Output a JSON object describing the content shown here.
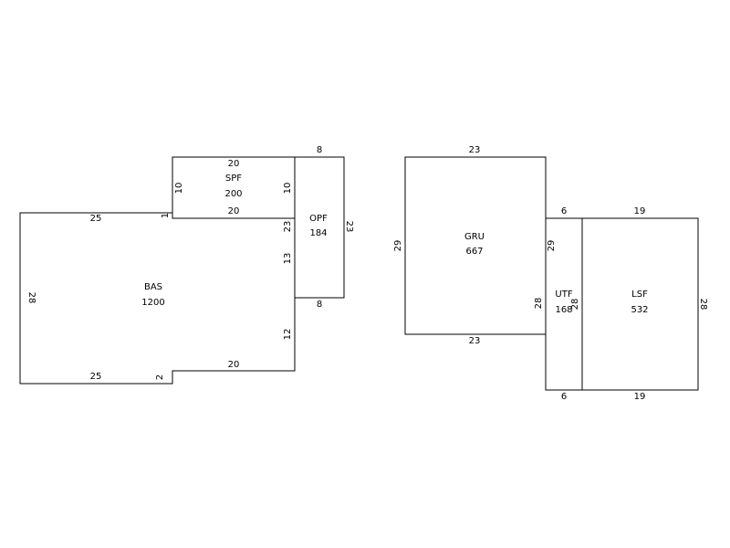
{
  "areas": {
    "bas": {
      "code": "BAS",
      "sqft": "1200"
    },
    "spf": {
      "code": "SPF",
      "sqft": "200"
    },
    "opf": {
      "code": "OPF",
      "sqft": "184"
    },
    "gru": {
      "code": "GRU",
      "sqft": "667"
    },
    "utf": {
      "code": "UTF",
      "sqft": "168"
    },
    "lsf": {
      "code": "LSF",
      "sqft": "532"
    }
  },
  "dimensions": {
    "bas_top": "25",
    "bas_left": "28",
    "bas_bottom": "25",
    "bas_step": "2",
    "bas_bottom_right": "20",
    "bas_right_lower": "12",
    "bas_right_upper": "13",
    "bas_notch": "1",
    "spf_top": "20",
    "spf_bottom": "20",
    "spf_left": "10",
    "spf_right": "10",
    "opf_top": "8",
    "opf_bottom": "8",
    "opf_left": "23",
    "opf_right": "23",
    "gru_top": "23",
    "gru_bottom": "23",
    "gru_left": "29",
    "gru_right": "28",
    "utf_top": "6",
    "utf_bottom": "6",
    "utf_left": "29",
    "utf_right": "28",
    "lsf_top": "19",
    "lsf_bottom": "19",
    "lsf_right": "28"
  }
}
